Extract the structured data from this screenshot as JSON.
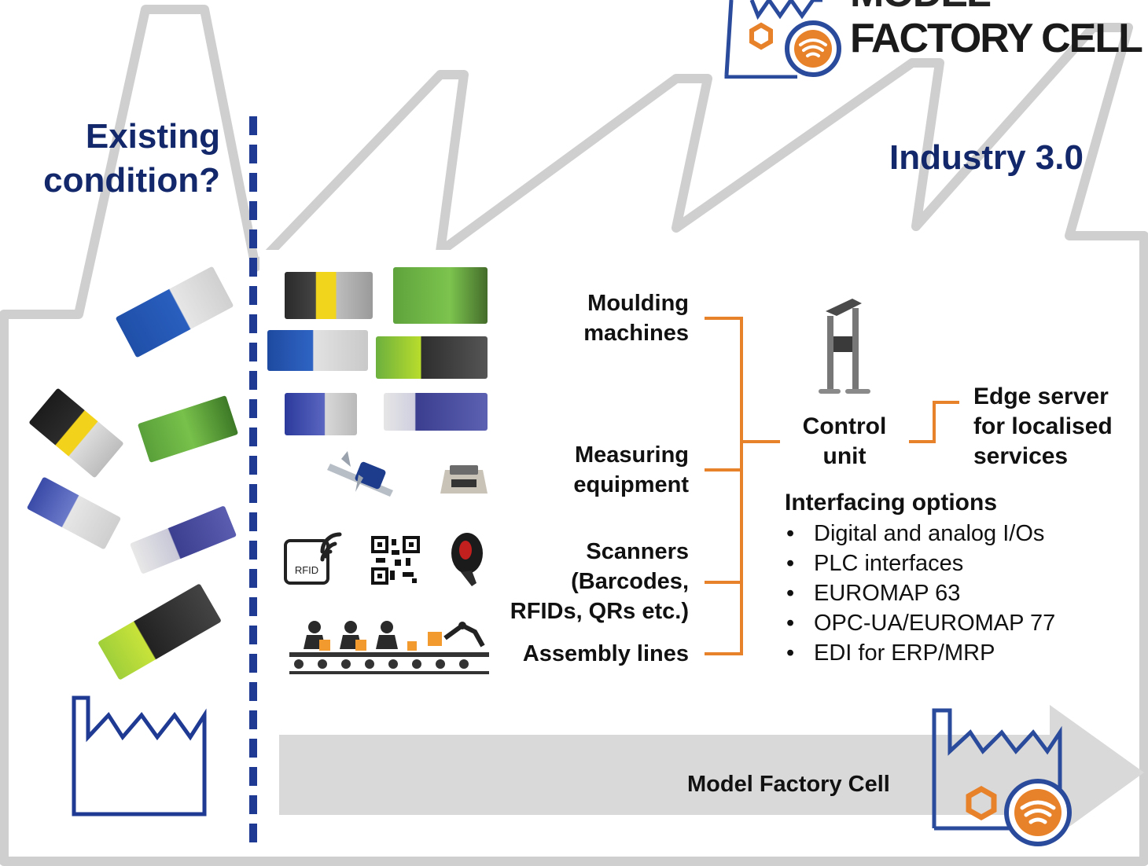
{
  "logo": {
    "line1": "MODEL",
    "line2": "FACTORY CELL"
  },
  "left": {
    "title_line1": "Existing",
    "title_line2": "condition?"
  },
  "right_title": "Industry 3.0",
  "categories": [
    {
      "line1": "Moulding",
      "line2": "machines"
    },
    {
      "line1": "Measuring",
      "line2": "equipment"
    },
    {
      "line1": "Scanners",
      "line2": "(Barcodes,",
      "line3": "RFIDs, QRs etc.)"
    },
    {
      "line1": "Assembly lines"
    }
  ],
  "rfid_label": "RFID",
  "control_unit": {
    "line1": "Control",
    "line2": "unit"
  },
  "edge_server": {
    "line1": "Edge server",
    "line2": "for localised",
    "line3": "services"
  },
  "interfacing": {
    "title": "Interfacing options",
    "bullet": "•",
    "items": [
      "Digital and analog I/Os",
      "PLC interfaces",
      "EUROMAP 63",
      "OPC-UA/EUROMAP 77",
      "EDI for ERP/MRP"
    ]
  },
  "arrow_label": "Model Factory Cell",
  "colors": {
    "navy": "#13286b",
    "orange": "#e8822a",
    "factory_line": "#c9c9c9",
    "arrow": "#d9d9d9",
    "divider": "#1f3a93",
    "logo_blue": "#2a4a9b"
  },
  "icons": [
    "factory-outline-icon",
    "model-factory-cell-icon",
    "hexagon-icon",
    "wifi-icon",
    "rfid-icon",
    "qr-code-icon",
    "barcode-scanner-icon",
    "caliper-icon",
    "scale-icon",
    "control-unit-stand-icon",
    "moulding-machine-icon",
    "assembly-line-icon"
  ]
}
